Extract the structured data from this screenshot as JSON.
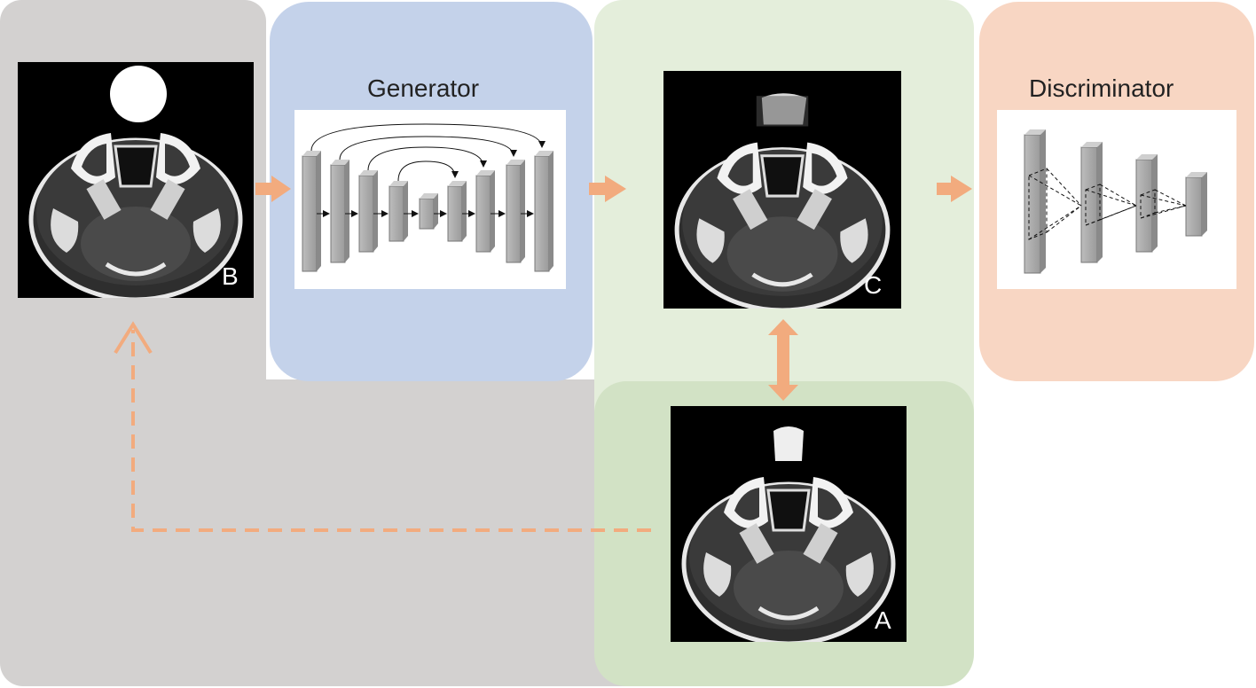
{
  "generator": {
    "title": "Generator"
  },
  "discriminator": {
    "title": "Discriminator"
  },
  "images": {
    "input": {
      "letter": "B"
    },
    "generated": {
      "letter": "C"
    },
    "ground_truth": {
      "letter": "A"
    }
  },
  "colors": {
    "gray_panel": "#d3d1d0",
    "blue_panel": "#c4d2ea",
    "green_light_panel": "#e4eedb",
    "green_dark_panel": "#d2e2c5",
    "peach_panel": "#f8d6c3",
    "arrow": "#f2ab7e",
    "block_fill": "#a6a6a6"
  }
}
